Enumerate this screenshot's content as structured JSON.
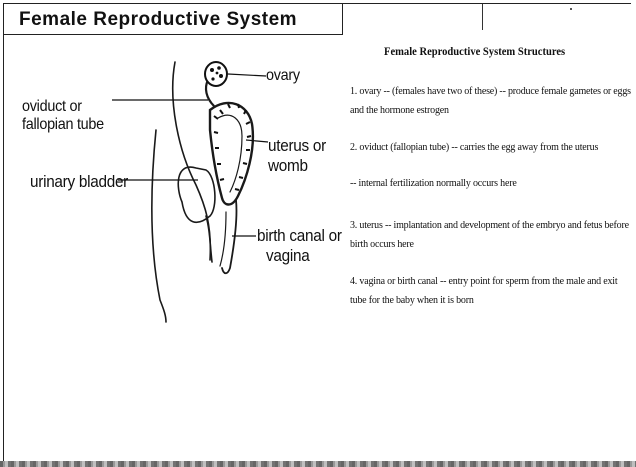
{
  "slide": {
    "title": "Female Reproductive System"
  },
  "diagram": {
    "labels": {
      "ovary": "ovary",
      "oviduct": "oviduct or",
      "oviduct_2": "fallopian tube",
      "uterus": "uterus or",
      "uterus_2": "womb",
      "bladder": "urinary bladder",
      "birth_canal": "birth canal or",
      "birth_canal_2": "vagina"
    }
  },
  "structures": {
    "heading": "Female Reproductive System Structures",
    "item1": "1.  ovary -- (females have two of these) -- produce female gametes or eggs and the hormone estrogen",
    "item2": "2.  oviduct (fallopian tube) -- carries the egg away from the uterus",
    "item2_note": "-- internal fertilization normally occurs here",
    "item3": "3.  uterus -- implantation and development of the embryo and fetus before birth occurs here",
    "item4": "4.  vagina or birth canal -- entry point for sperm from the male and exit tube for the baby when it is born"
  }
}
